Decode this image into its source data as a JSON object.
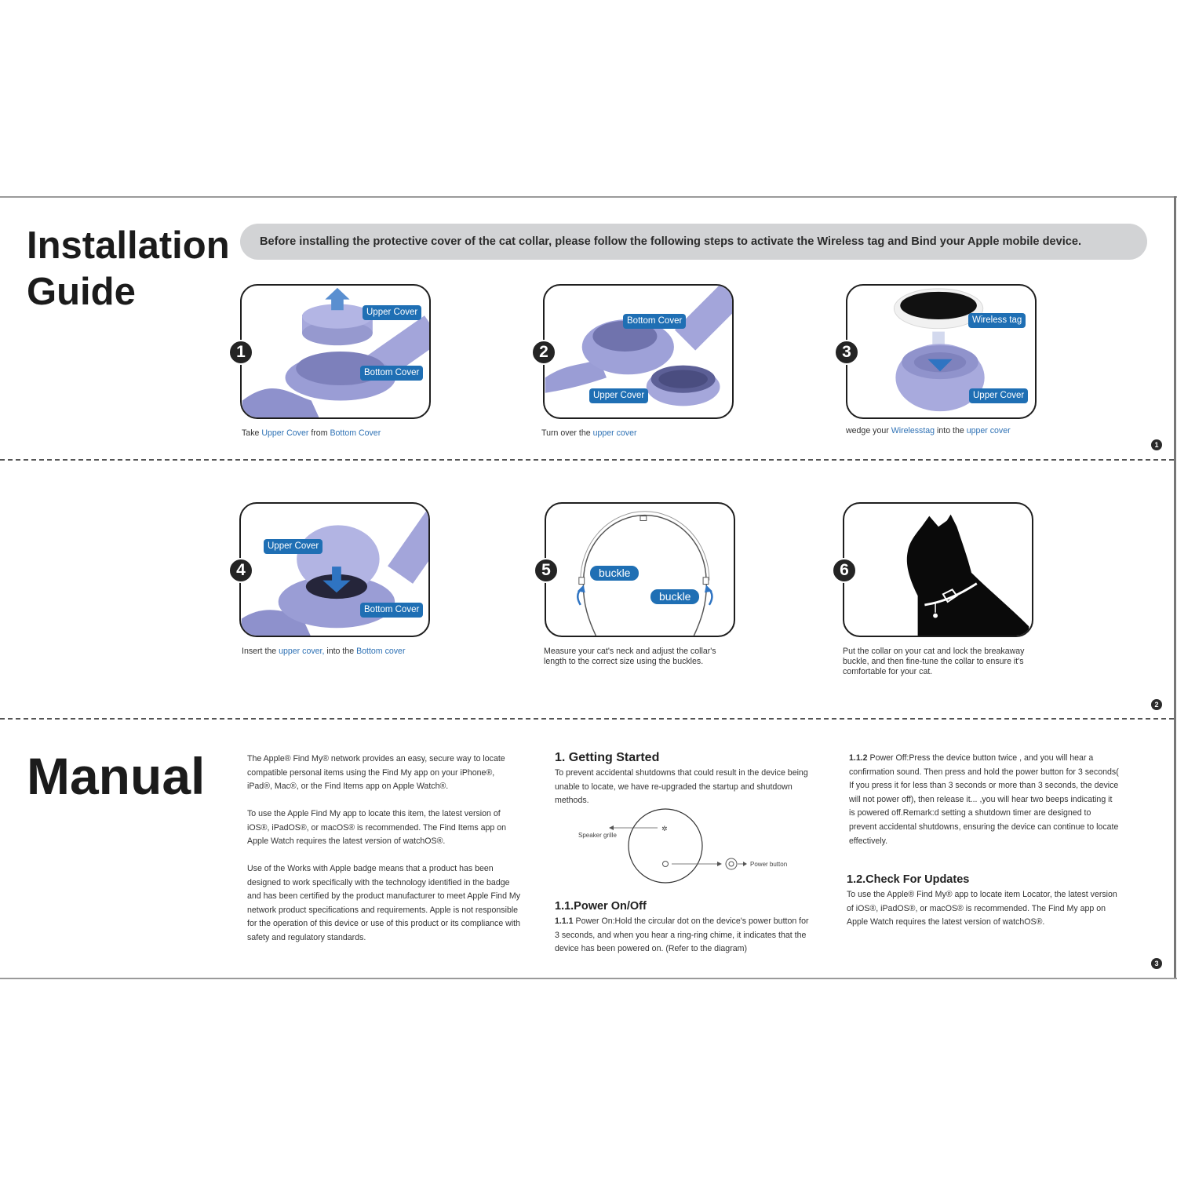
{
  "install": {
    "title": "Installation Guide",
    "banner": "Before installing the protective cover of the cat collar, please follow the following steps to activate the Wireless tag and Bind your Apple mobile device."
  },
  "steps": [
    {
      "num": "1",
      "tags": [
        "Upper Cover",
        "Bottom  Cover"
      ],
      "caption": {
        "a": "Take ",
        "b": "Upper Cover",
        "c": " from ",
        "d": "Bottom Cover"
      }
    },
    {
      "num": "2",
      "tags": [
        "Bottom  Cover",
        "Upper Cover"
      ],
      "caption": {
        "a": "Turn over the ",
        "b": "upper cover"
      }
    },
    {
      "num": "3",
      "tags": [
        "Wireless tag",
        "Upper Cover"
      ],
      "caption": {
        "a": "wedge your ",
        "b": "Wirelesstag",
        "c": " into the ",
        "d": "upper cover"
      }
    },
    {
      "num": "4",
      "tags": [
        "Upper Cover",
        "Bottom  Cover"
      ],
      "caption": {
        "a": "Insert  the ",
        "b": "upper cover,",
        "c": " into the ",
        "d": "Bottom cover"
      }
    },
    {
      "num": "5",
      "tags": [
        "buckle",
        "buckle"
      ],
      "caption": {
        "a": "Measure your cat's neck and adjust the collar's length to the correct size using the buckles."
      }
    },
    {
      "num": "6",
      "caption": {
        "a": "Put the collar on your cat and lock the breakaway buckle, and then fine-tune the collar to ensure it's comfortable for your cat."
      }
    }
  ],
  "pages": [
    "1",
    "2",
    "3"
  ],
  "manual": {
    "title": "Manual",
    "intro": [
      "The Apple® Find My® network provides an easy, secure way to locate compatible personal items using the Find My app on your iPhone®, iPad®, Mac®, or the Find Items app on Apple Watch®.",
      "To use the Apple Find My app to locate this item, the latest version of iOS®, iPadOS®, or macOS® is recommended. The Find Items app on Apple Watch requires the latest version of watchOS®.",
      "Use of the Works with Apple badge means that a product has been designed to work specifically with the technology identified in the badge and has been certified by the product manufacturer to meet Apple Find My network product specifications and requirements. Apple is not responsible for the operation of this device or use of this product or its compliance with safety and regulatory standards."
    ],
    "getting_started": {
      "heading": "1. Getting Started",
      "text": "To prevent accidental shutdowns that could result in the device being unable to locate, we have re-upgraded the startup and shutdown methods."
    },
    "diagram": {
      "speaker_label": "Speaker grille",
      "power_label": "Power button"
    },
    "power": {
      "heading": "1.1.Power On/Off",
      "on_num": "1.1.1",
      "on_text": "  Power On:Hold the circular dot on the device's power button for 3 seconds, and when you hear a ring-ring chime, it indicates that the device has been powered on. (Refer to the diagram)",
      "off_num": "1.1.2",
      "off_text": "  Power Off:Press the device button twice , and you will hear a confirmation sound. Then press and hold the power button for 3 seconds( If you press it for less than 3 seconds or more than 3 seconds, the device will not power off), then release it... ,you will hear two beeps indicating it is powered off.Remark:d setting a shutdown timer are designed to prevent accidental shutdowns, ensuring the device can continue to locate effectively."
    },
    "updates": {
      "heading": "1.2.Check For Updates",
      "text": "To use the Apple® Find My® app to locate item Locator, the latest version of iOS®, iPadOS®, or macOS® is recommended. The Find My app on Apple Watch requires the latest version of watchOS®."
    }
  },
  "colors": {
    "accent": "#1f6fb4",
    "highlight": "#2f72b5",
    "product": "#9c9fd6"
  }
}
